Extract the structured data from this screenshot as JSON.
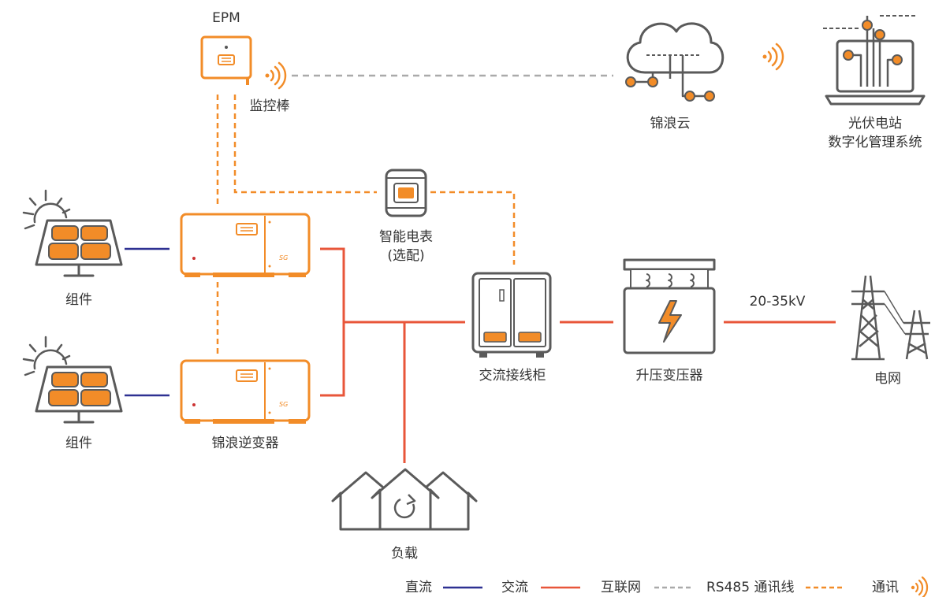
{
  "labels": {
    "epm": "EPM",
    "monitor_stick": "监控棒",
    "cloud": "锦浪云",
    "system_line1": "光伏电站",
    "system_line2": "数字化管理系统",
    "smart_meter_line1": "智能电表",
    "smart_meter_line2": "(选配)",
    "module_top": "组件",
    "module_bottom": "组件",
    "inverter": "锦浪逆变器",
    "ac_cabinet": "交流接线柜",
    "transformer": "升压变压器",
    "voltage": "20-35kV",
    "grid": "电网",
    "load": "负载"
  },
  "legend": {
    "dc": "直流",
    "ac": "交流",
    "internet": "互联网",
    "rs485": "RS485 通讯线",
    "comm": "通讯"
  },
  "colors": {
    "orange": "#F28C28",
    "red": "#E8563A",
    "navy": "#2E3192",
    "gray": "#5A5A5A",
    "dash_gray": "#AAAAAA"
  }
}
